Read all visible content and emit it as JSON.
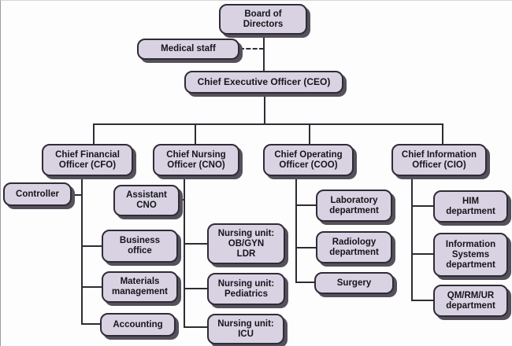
{
  "colors": {
    "box_fill": "#d8d2e3",
    "box_border": "#2f2c34",
    "box_shadow": "#55515c",
    "line": "#2f2c34",
    "background": "#fdfdfe",
    "text": "#16141a"
  },
  "nodes": {
    "board_of_directors": {
      "label": "Board of\nDirectors"
    },
    "medical_staff": {
      "label": "Medical staff"
    },
    "ceo": {
      "label": "Chief Executive Officer (CEO)"
    },
    "cfo": {
      "label": "Chief Financial\nOfficer (CFO)"
    },
    "cno": {
      "label": "Chief Nursing\nOfficer (CNO)"
    },
    "coo": {
      "label": "Chief Operating\nOfficer (COO)"
    },
    "cio": {
      "label": "Chief Information\nOfficer (CIO)"
    },
    "controller": {
      "label": "Controller"
    },
    "business_office": {
      "label": "Business\noffice"
    },
    "materials_management": {
      "label": "Materials\nmanagement"
    },
    "accounting": {
      "label": "Accounting"
    },
    "assistant_cno": {
      "label": "Assistant\nCNO"
    },
    "nursing_unit_obgyn_ldr": {
      "label": "Nursing unit:\nOB/GYN\nLDR"
    },
    "nursing_unit_pediatrics": {
      "label": "Nursing unit:\nPediatrics"
    },
    "nursing_unit_icu": {
      "label": "Nursing unit:\nICU"
    },
    "laboratory_department": {
      "label": "Laboratory\ndepartment"
    },
    "radiology_department": {
      "label": "Radiology\ndepartment"
    },
    "surgery": {
      "label": "Surgery"
    },
    "him_department": {
      "label": "HIM\ndepartment"
    },
    "information_systems_department": {
      "label": "Information\nSystems\ndepartment"
    },
    "qm_rm_ur_department": {
      "label": "QM/RM/UR\ndepartment"
    }
  },
  "edges": [
    [
      "board_of_directors",
      "ceo"
    ],
    [
      "medical_staff",
      "board_of_directors_ceo_link_dashed"
    ],
    [
      "ceo",
      "cfo"
    ],
    [
      "ceo",
      "cno"
    ],
    [
      "ceo",
      "coo"
    ],
    [
      "ceo",
      "cio"
    ],
    [
      "cfo",
      "controller"
    ],
    [
      "cfo",
      "business_office"
    ],
    [
      "cfo",
      "materials_management"
    ],
    [
      "cfo",
      "accounting"
    ],
    [
      "cno",
      "assistant_cno"
    ],
    [
      "cno",
      "nursing_unit_obgyn_ldr"
    ],
    [
      "cno",
      "nursing_unit_pediatrics"
    ],
    [
      "cno",
      "nursing_unit_icu"
    ],
    [
      "coo",
      "laboratory_department"
    ],
    [
      "coo",
      "radiology_department"
    ],
    [
      "coo",
      "surgery"
    ],
    [
      "cio",
      "him_department"
    ],
    [
      "cio",
      "information_systems_department"
    ],
    [
      "cio",
      "qm_rm_ur_department"
    ]
  ]
}
